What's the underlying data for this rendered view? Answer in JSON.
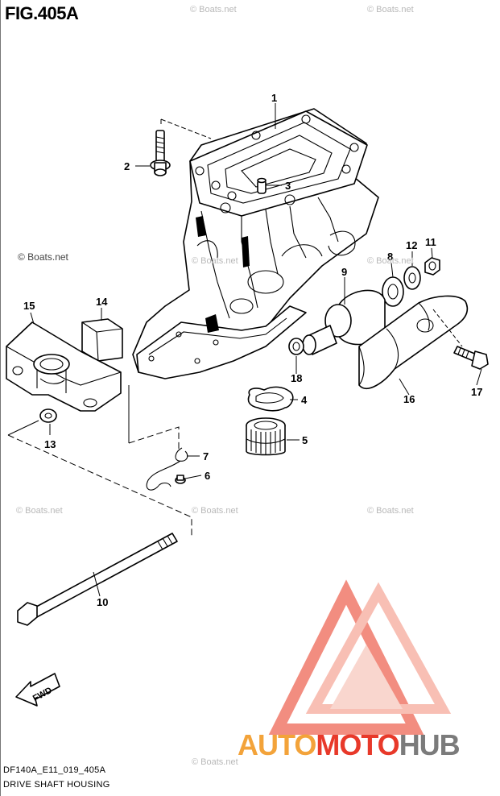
{
  "figure": {
    "title": "FIG.405A",
    "code": "DF140A_E11_019_405A",
    "caption": "DRIVE SHAFT HOUSING"
  },
  "watermarks": [
    "© Boats.net",
    "© Boats.net",
    "© Boats.net",
    "© Boats.net",
    "© Boats.net",
    "© Boats.net",
    "© Boats.net",
    "© Boats.net",
    "© Boats.net"
  ],
  "direction_label": "FWD",
  "brand": {
    "part1": "AUTO",
    "part2": "MOTO",
    "part3": "HUB",
    "colors": {
      "orange": "#f3a33a",
      "red": "#e8392a",
      "gray": "#7b7b7b"
    }
  },
  "callouts": [
    "1",
    "2",
    "3",
    "4",
    "5",
    "6",
    "7",
    "8",
    "9",
    "10",
    "11",
    "12",
    "13",
    "14",
    "15",
    "16",
    "17",
    "18"
  ]
}
